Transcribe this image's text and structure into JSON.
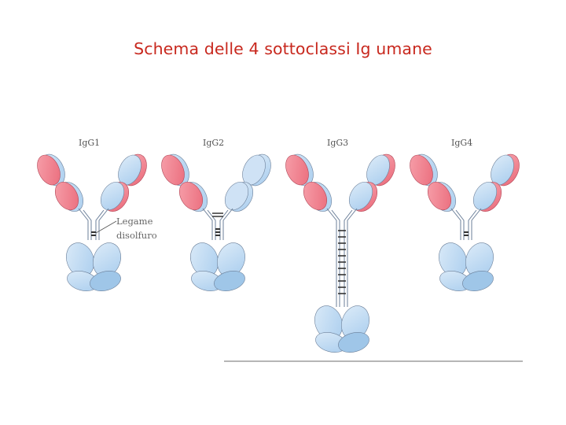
{
  "title": "Schema delle 4 sottoclassi Ig umane",
  "subclasses": [
    {
      "label": "IgG1",
      "hinge_bridges": 2
    },
    {
      "label": "IgG2",
      "hinge_bridges": 4
    },
    {
      "label": "IgG3",
      "hinge_bridges": 11
    },
    {
      "label": "IgG4",
      "hinge_bridges": 2
    }
  ],
  "annotation": {
    "line1": "Legame",
    "line2": "disolfuro"
  },
  "colors": {
    "title": "#c8281e",
    "light_chain": "#f07f8c",
    "heavy_chain": "#b9d7f0",
    "heavy_chain_dark": "#9fc6e8",
    "outline": "#6b7f99"
  }
}
